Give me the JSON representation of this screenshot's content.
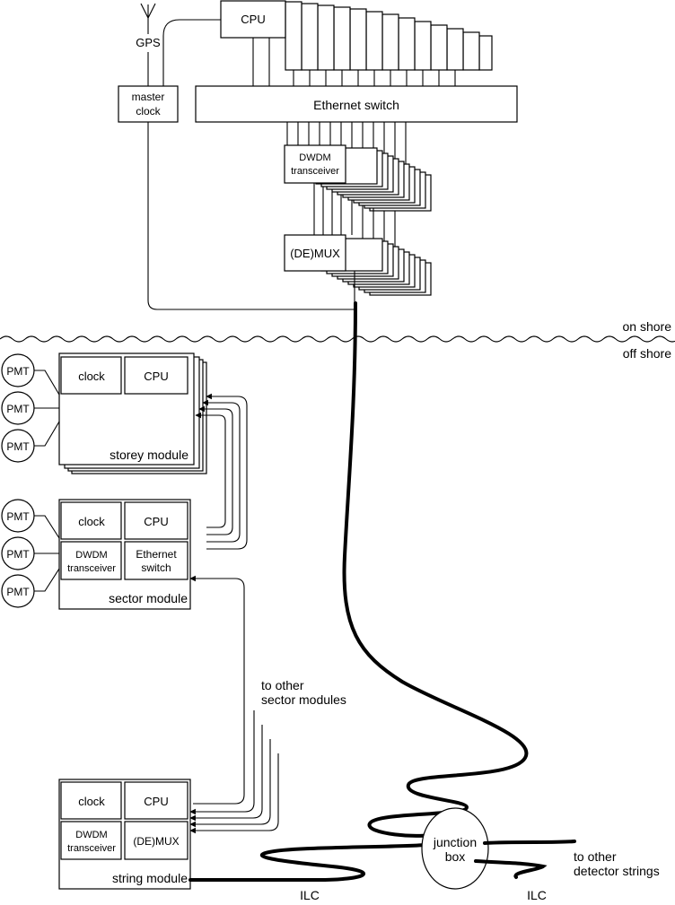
{
  "onshore": {
    "gps_label": "GPS",
    "master_clock_line1": "master",
    "master_clock_line2": "clock",
    "cpu_label": "CPU",
    "ethernet_switch_label": "Ethernet switch",
    "dwdm_line1": "DWDM",
    "dwdm_line2": "transceiver",
    "demux_label": "(DE)MUX"
  },
  "shoreline": {
    "on_shore": "on shore",
    "off_shore": "off shore"
  },
  "storey_module": {
    "pmt_labels": [
      "PMT",
      "PMT",
      "PMT"
    ],
    "clock_label": "clock",
    "cpu_label": "CPU",
    "name": "storey module"
  },
  "sector_module": {
    "pmt_labels": [
      "PMT",
      "PMT",
      "PMT"
    ],
    "clock_label": "clock",
    "cpu_label": "CPU",
    "dwdm_line1": "DWDM",
    "dwdm_line2": "transceiver",
    "switch_line1": "Ethernet",
    "switch_line2": "switch",
    "name": "sector module"
  },
  "other_sectors": {
    "line1": "to other",
    "line2": "sector modules"
  },
  "string_module": {
    "clock_label": "clock",
    "cpu_label": "CPU",
    "dwdm_line1": "DWDM",
    "dwdm_line2": "transceiver",
    "demux_label": "(DE)MUX",
    "name": "string module"
  },
  "junction_box": {
    "line1": "junction",
    "line2": "box"
  },
  "ilc_labels": [
    "ILC",
    "ILC"
  ],
  "other_strings": {
    "line1": "to other",
    "line2": "detector strings"
  }
}
